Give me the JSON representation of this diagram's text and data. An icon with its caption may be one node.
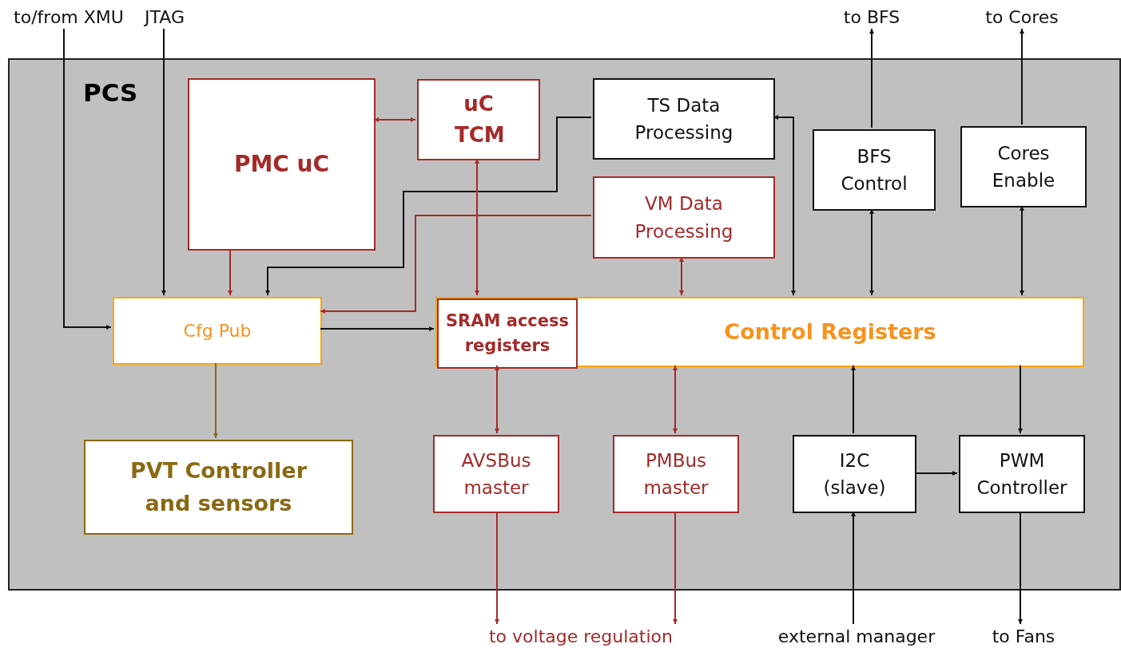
{
  "diagram": {
    "nodes": [
      {
        "text": [
          "PCS"
        ]
      },
      {
        "text": [
          "PMC uC"
        ],
        "in": 0
      },
      {
        "text": [
          "uC TCM"
        ],
        "in": 0
      },
      {
        "text": [
          "TS Data Processing"
        ],
        "in": 0
      },
      {
        "text": [
          "BFS Control"
        ],
        "in": 0
      },
      {
        "text": [
          "Cores Enable"
        ],
        "in": 0
      },
      {
        "text": [
          "VM Data Processing"
        ],
        "in": 0
      },
      {
        "text": [
          "Cfg Pub"
        ],
        "in": 0
      },
      {
        "text": [
          "Control Registers"
        ],
        "in": 0
      },
      {
        "text": [
          "SRAM access registers"
        ],
        "in": 8
      },
      {
        "text": [
          "PVT Controller and sensors"
        ],
        "in": 0
      },
      {
        "text": [
          "AVSBus master"
        ],
        "in": 0
      },
      {
        "text": [
          "PMBus master"
        ],
        "in": 0
      },
      {
        "text": [
          "I2C (slave)"
        ],
        "in": 0
      },
      {
        "text": [
          "PWM Controller"
        ],
        "in": 0
      },
      {
        "text": [
          "to/from XMU"
        ]
      },
      {
        "text": [
          "JTAG"
        ]
      },
      {
        "text": [
          "to BFS"
        ]
      },
      {
        "text": [
          "to Cores"
        ]
      },
      {
        "text": [
          "to voltage regulation"
        ]
      },
      {
        "text": [
          "external manager"
        ]
      },
      {
        "text": [
          "to Fans"
        ]
      }
    ],
    "edges": [
      {
        "from": 15,
        "to": 7,
        "arrow": "to"
      },
      {
        "from": 16,
        "to": 7,
        "arrow": "to"
      },
      {
        "from": 1,
        "to": 2,
        "arrow": "both",
        "color": "#a52a2a"
      },
      {
        "from": 1,
        "to": 7,
        "arrow": "to",
        "color": "#a52a2a"
      },
      {
        "from": 3,
        "to": 7,
        "arrow": "to"
      },
      {
        "from": 6,
        "to": 7,
        "arrow": "to",
        "color": "#a52a2a"
      },
      {
        "from": 2,
        "to": 9,
        "arrow": "both",
        "color": "#a52a2a"
      },
      {
        "from": 7,
        "to": 9,
        "arrow": "to"
      },
      {
        "from": 3,
        "to": 8,
        "arrow": "both"
      },
      {
        "from": 6,
        "to": 8,
        "arrow": "both",
        "color": "#a52a2a"
      },
      {
        "from": 4,
        "to": 8,
        "arrow": "both"
      },
      {
        "from": 5,
        "to": 8,
        "arrow": "both"
      },
      {
        "from": 4,
        "to": 17,
        "arrow": "to"
      },
      {
        "from": 5,
        "to": 18,
        "arrow": "to"
      },
      {
        "from": 7,
        "to": 10,
        "arrow": "to",
        "color": "#8b6914"
      },
      {
        "from": 9,
        "to": 11,
        "arrow": "both",
        "color": "#a52a2a"
      },
      {
        "from": 8,
        "to": 12,
        "arrow": "both",
        "color": "#a52a2a"
      },
      {
        "from": 11,
        "to": 19,
        "arrow": "to",
        "color": "#a52a2a"
      },
      {
        "from": 12,
        "to": 19,
        "arrow": "to",
        "color": "#a52a2a"
      },
      {
        "from": 13,
        "to": 8,
        "arrow": "to"
      },
      {
        "from": 20,
        "to": 13,
        "arrow": "to"
      },
      {
        "from": 13,
        "to": 14,
        "arrow": "to"
      },
      {
        "from": 8,
        "to": 14,
        "arrow": "to"
      },
      {
        "from": 14,
        "to": 21,
        "arrow": "to"
      }
    ]
  }
}
